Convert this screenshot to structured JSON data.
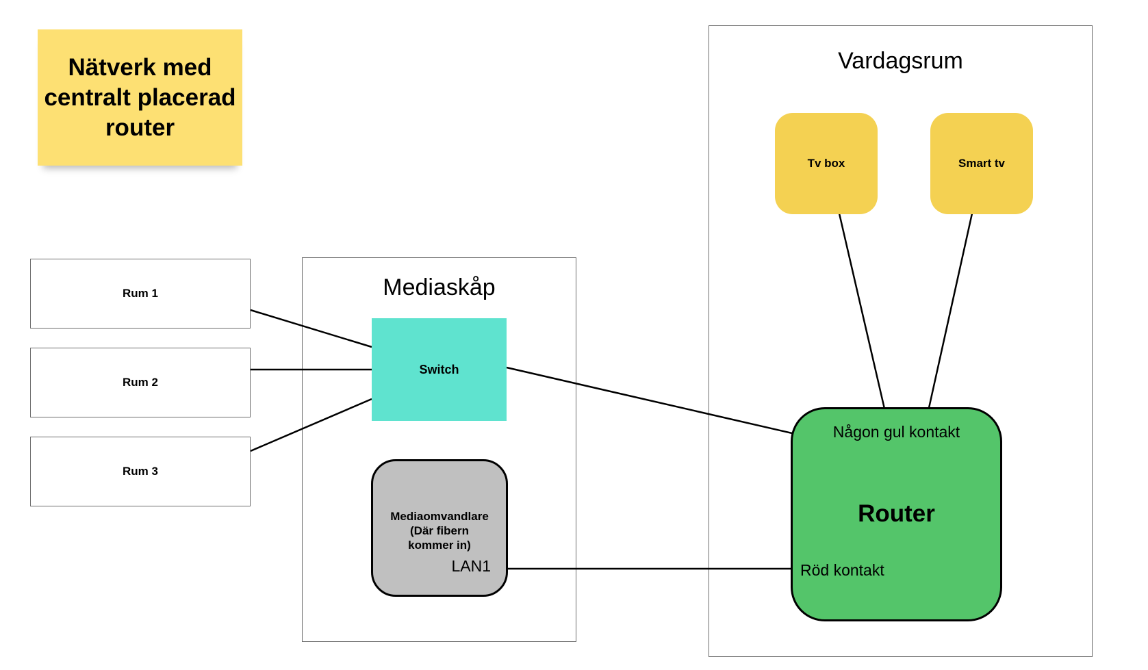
{
  "title_note": {
    "lines": [
      "Nätverk med",
      "centralt placerad",
      "router"
    ],
    "color": "#fde073"
  },
  "rooms": [
    {
      "label": "Rum 1"
    },
    {
      "label": "Rum 2"
    },
    {
      "label": "Rum 3"
    }
  ],
  "media_cabinet": {
    "title": "Mediaskåp",
    "switch": {
      "label": "Switch",
      "color": "#5fe3cf"
    },
    "media_converter": {
      "lines": [
        "Mediaomvandlare",
        "(Där fibern",
        "kommer in)"
      ],
      "port_label": "LAN1",
      "color": "#c0c0c0"
    }
  },
  "living_room": {
    "title": "Vardagsrum",
    "devices": [
      {
        "label": "Tv box",
        "color": "#f4d152"
      },
      {
        "label": "Smart tv",
        "color": "#f4d152"
      }
    ],
    "router": {
      "title": "Router",
      "top_port_label": "Någon gul kontakt",
      "left_port_label": "Röd kontakt",
      "color": "#54c56a"
    }
  },
  "connections": [
    {
      "from": "Rum 1",
      "to": "Switch"
    },
    {
      "from": "Rum 2",
      "to": "Switch"
    },
    {
      "from": "Rum 3",
      "to": "Switch"
    },
    {
      "from": "Switch",
      "to": "Router (Någon gul kontakt)"
    },
    {
      "from": "Mediaomvandlare (LAN1)",
      "to": "Router (Röd kontakt)"
    },
    {
      "from": "Tv box",
      "to": "Router (Någon gul kontakt)"
    },
    {
      "from": "Smart tv",
      "to": "Router (Någon gul kontakt)"
    }
  ]
}
